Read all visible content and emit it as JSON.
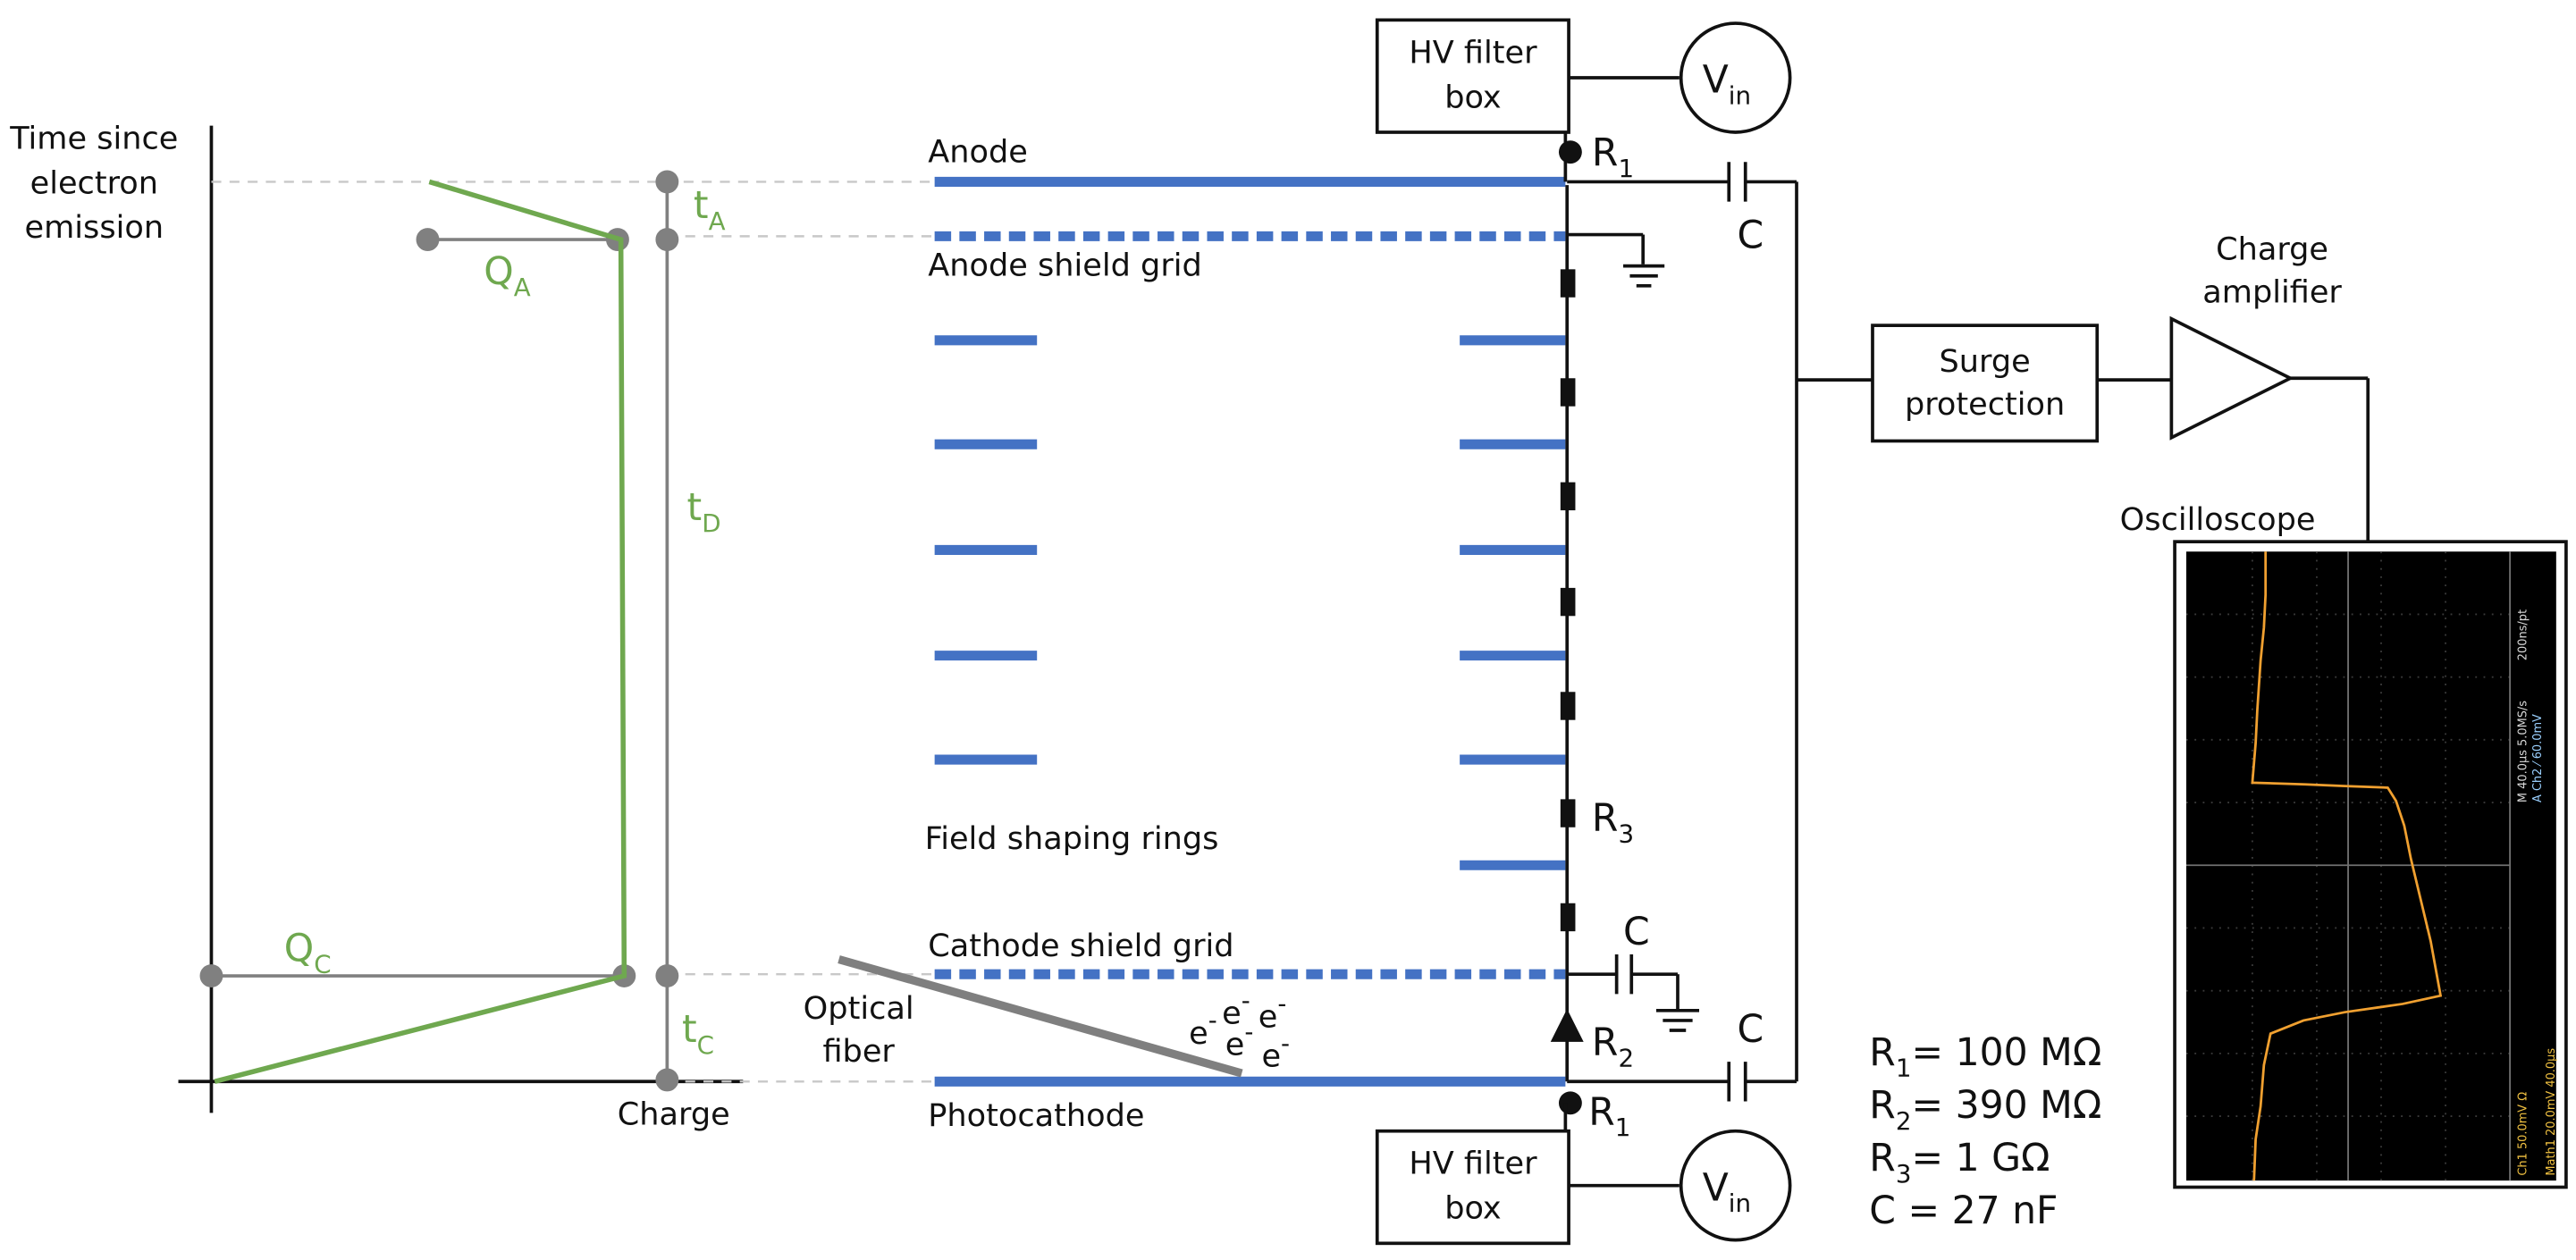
{
  "colors": {
    "electrode": "#4472c4",
    "green": "#6fa84f",
    "gray": "#808080",
    "scope_trace": "#f0a030"
  },
  "plot": {
    "ylabel": [
      "Time since",
      "electron",
      "emission"
    ],
    "xlabel": "Charge",
    "Q_A": {
      "main": "Q",
      "sub": "A"
    },
    "Q_C": {
      "main": "Q",
      "sub": "C"
    },
    "t_A": {
      "main": "t",
      "sub": "A"
    },
    "t_D": {
      "main": "t",
      "sub": "D"
    },
    "t_C": {
      "main": "t",
      "sub": "C"
    }
  },
  "detector": {
    "anode": "Anode",
    "anode_shield_grid": "Anode shield grid",
    "field_shaping_rings": "Field shaping rings",
    "cathode_shield_grid": "Cathode shield grid",
    "photocathode": "Photocathode",
    "optical_fiber": [
      "Optical",
      "fiber"
    ],
    "electron": {
      "main": "e",
      "sup": "-"
    }
  },
  "circuit": {
    "hv_filter_box": [
      "HV filter",
      "box"
    ],
    "v_in": {
      "main": "V",
      "sub": "in"
    },
    "R1": {
      "main": "R",
      "sub": "1"
    },
    "R2": {
      "main": "R",
      "sub": "2"
    },
    "R3": {
      "main": "R",
      "sub": "3"
    },
    "C": "C",
    "surge_protection": [
      "Surge",
      "protection"
    ],
    "charge_amplifier": [
      "Charge",
      "amplifier"
    ],
    "oscilloscope": "Oscilloscope"
  },
  "scope_readout": {
    "timebase": "M 40.0µs 5.0MS/s",
    "trigger": "A Ch2 ⁄ 60.0mV",
    "record": "200ns/pt",
    "ch1": "Ch1  50.0mV Ω",
    "math": "Math1 20.0mV  40.0µs"
  },
  "values": [
    {
      "main": "R",
      "sub": "1",
      "rest": "= 100 MΩ"
    },
    {
      "main": "R",
      "sub": "2",
      "rest": "= 390 MΩ"
    },
    {
      "main": "R",
      "sub": "3",
      "rest": "= 1 GΩ"
    },
    {
      "main": "C = 27 nF",
      "sub": "",
      "rest": ""
    }
  ]
}
